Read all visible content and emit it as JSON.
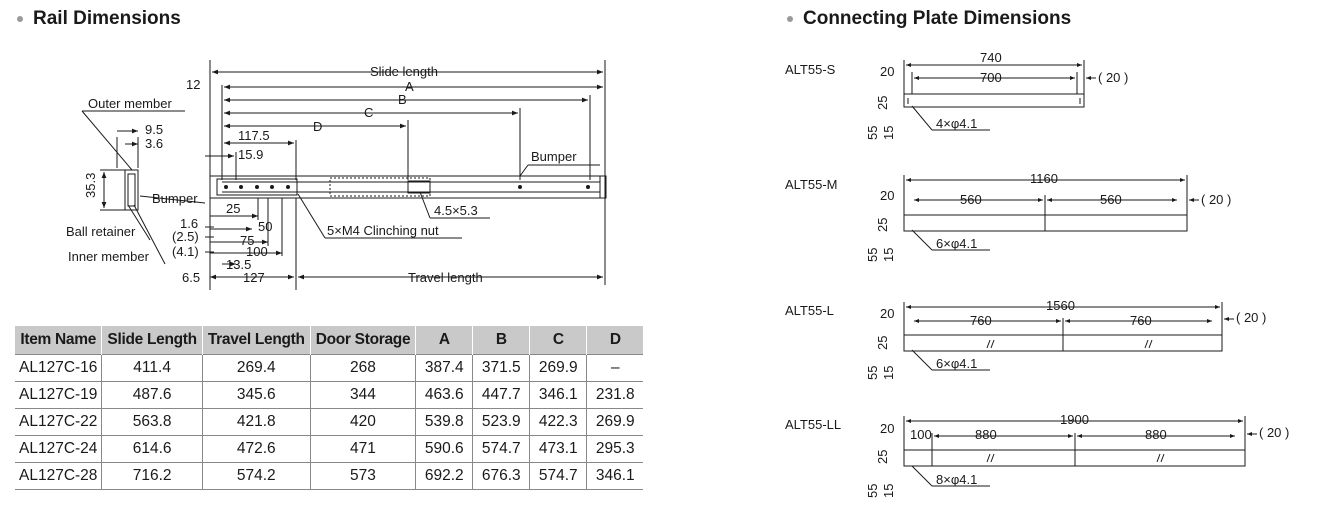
{
  "headings": {
    "rail": "Rail Dimensions",
    "plate": "Connecting Plate Dimensions"
  },
  "rail_labels": {
    "slide_length": "Slide length",
    "a": "A",
    "b": "B",
    "c": "C",
    "d": "D",
    "outer_member": "Outer member",
    "ball_retainer": "Ball retainer",
    "inner_member": "Inner member",
    "bumper": "Bumper",
    "travel_length": "Travel length",
    "clinching_nut": "5×M4 Clinching nut",
    "slot": "4.5×5.3",
    "dims": {
      "d12": "12",
      "d9_5": "9.5",
      "d3_6": "3.6",
      "d35_3": "35.3",
      "d117_5": "117.5",
      "d15_9": "15.9",
      "d25": "25",
      "d50": "50",
      "d75": "75",
      "d100": "100",
      "d1_6": "1.6",
      "d2_5": "(2.5)",
      "d4_1": "(4.1)",
      "d13_5": "13.5",
      "d6_5": "6.5",
      "d127": "127"
    }
  },
  "table": {
    "headers": [
      "Item Name",
      "Slide Length",
      "Travel Length",
      "Door Storage",
      "A",
      "B",
      "C",
      "D"
    ],
    "rows": [
      [
        "AL127C-16",
        "411.4",
        "269.4",
        "268",
        "387.4",
        "371.5",
        "269.9",
        "–"
      ],
      [
        "AL127C-19",
        "487.6",
        "345.6",
        "344",
        "463.6",
        "447.7",
        "346.1",
        "231.8"
      ],
      [
        "AL127C-22",
        "563.8",
        "421.8",
        "420",
        "539.8",
        "523.9",
        "422.3",
        "269.9"
      ],
      [
        "AL127C-24",
        "614.6",
        "472.6",
        "471",
        "590.6",
        "574.7",
        "473.1",
        "295.3"
      ],
      [
        "AL127C-28",
        "716.2",
        "574.2",
        "573",
        "692.2",
        "676.3",
        "574.7",
        "346.1"
      ]
    ]
  },
  "plates": [
    {
      "model": "ALT55-S",
      "total": "740",
      "inner": "700",
      "end_dim": "( 20 )",
      "left": "20",
      "h1": "25",
      "h2": "55",
      "h3": "15",
      "holes": "4×φ4.1"
    },
    {
      "model": "ALT55-M",
      "total": "1160",
      "seg1": "560",
      "seg2": "560",
      "end_dim": "( 20 )",
      "left": "20",
      "h1": "25",
      "h2": "55",
      "h3": "15",
      "holes": "6×φ4.1"
    },
    {
      "model": "ALT55-L",
      "total": "1560",
      "seg1": "760",
      "seg2": "760",
      "end_dim": "( 20 )",
      "left": "20",
      "h1": "25",
      "h2": "55",
      "h3": "15",
      "holes": "6×φ4.1"
    },
    {
      "model": "ALT55-LL",
      "total": "1900",
      "first": "100",
      "seg1": "880",
      "seg2": "880",
      "end_dim": "( 20 )",
      "left": "20",
      "h1": "25",
      "h2": "55",
      "h3": "15",
      "holes": "8×φ4.1"
    }
  ]
}
